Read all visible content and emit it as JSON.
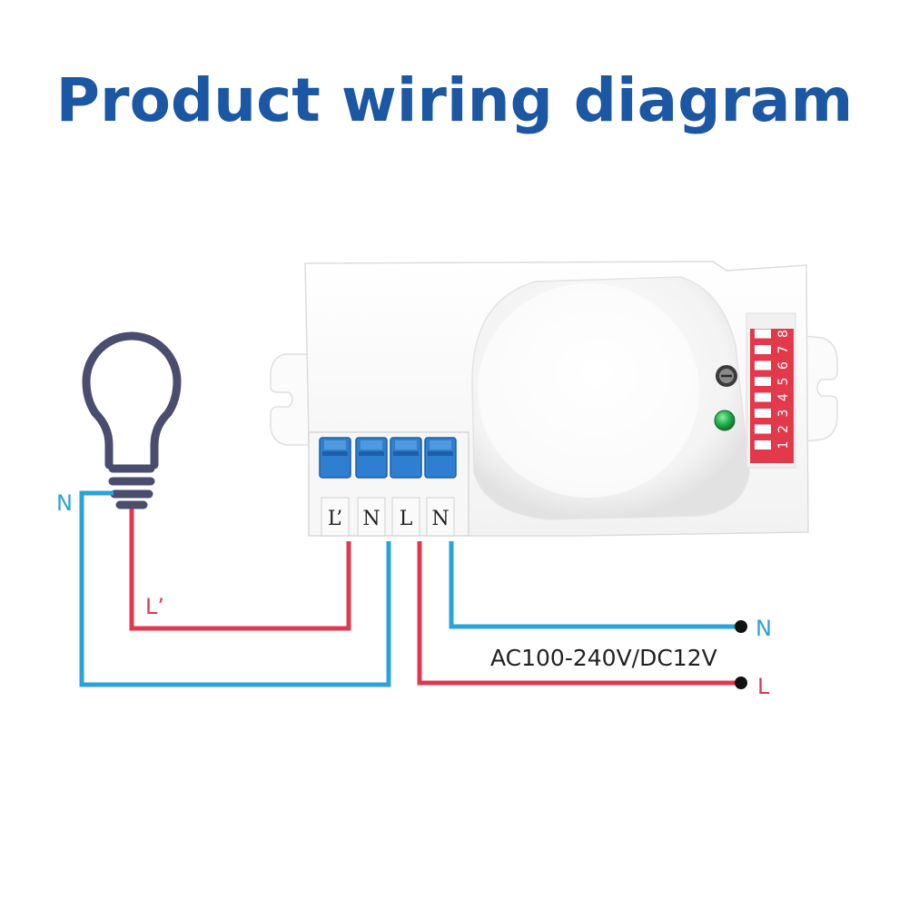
{
  "title": "Product wiring diagram",
  "terminals": [
    "L’",
    "N",
    "L",
    "N"
  ],
  "dip_numbers": [
    "1",
    "2",
    "3",
    "4",
    "5",
    "6",
    "7",
    "8"
  ],
  "wire_labels": {
    "left_n": "N",
    "left_l": "L’",
    "right_n": "N",
    "right_l": "L"
  },
  "supply_label": "AC100-240V/DC12V",
  "icons": [
    "light-bulb-icon",
    "led-indicator-icon",
    "potentiometer-icon",
    "dip-switch-icon"
  ],
  "colors": {
    "title": "#1b57a3",
    "live_wire": "#e0384f",
    "neutral_wire": "#2aa3d8",
    "bulb": "#4a4d6e",
    "terminal_blue": "#2f7fd0",
    "dip_switch": "#e23a4a",
    "led": "#22b14c"
  }
}
